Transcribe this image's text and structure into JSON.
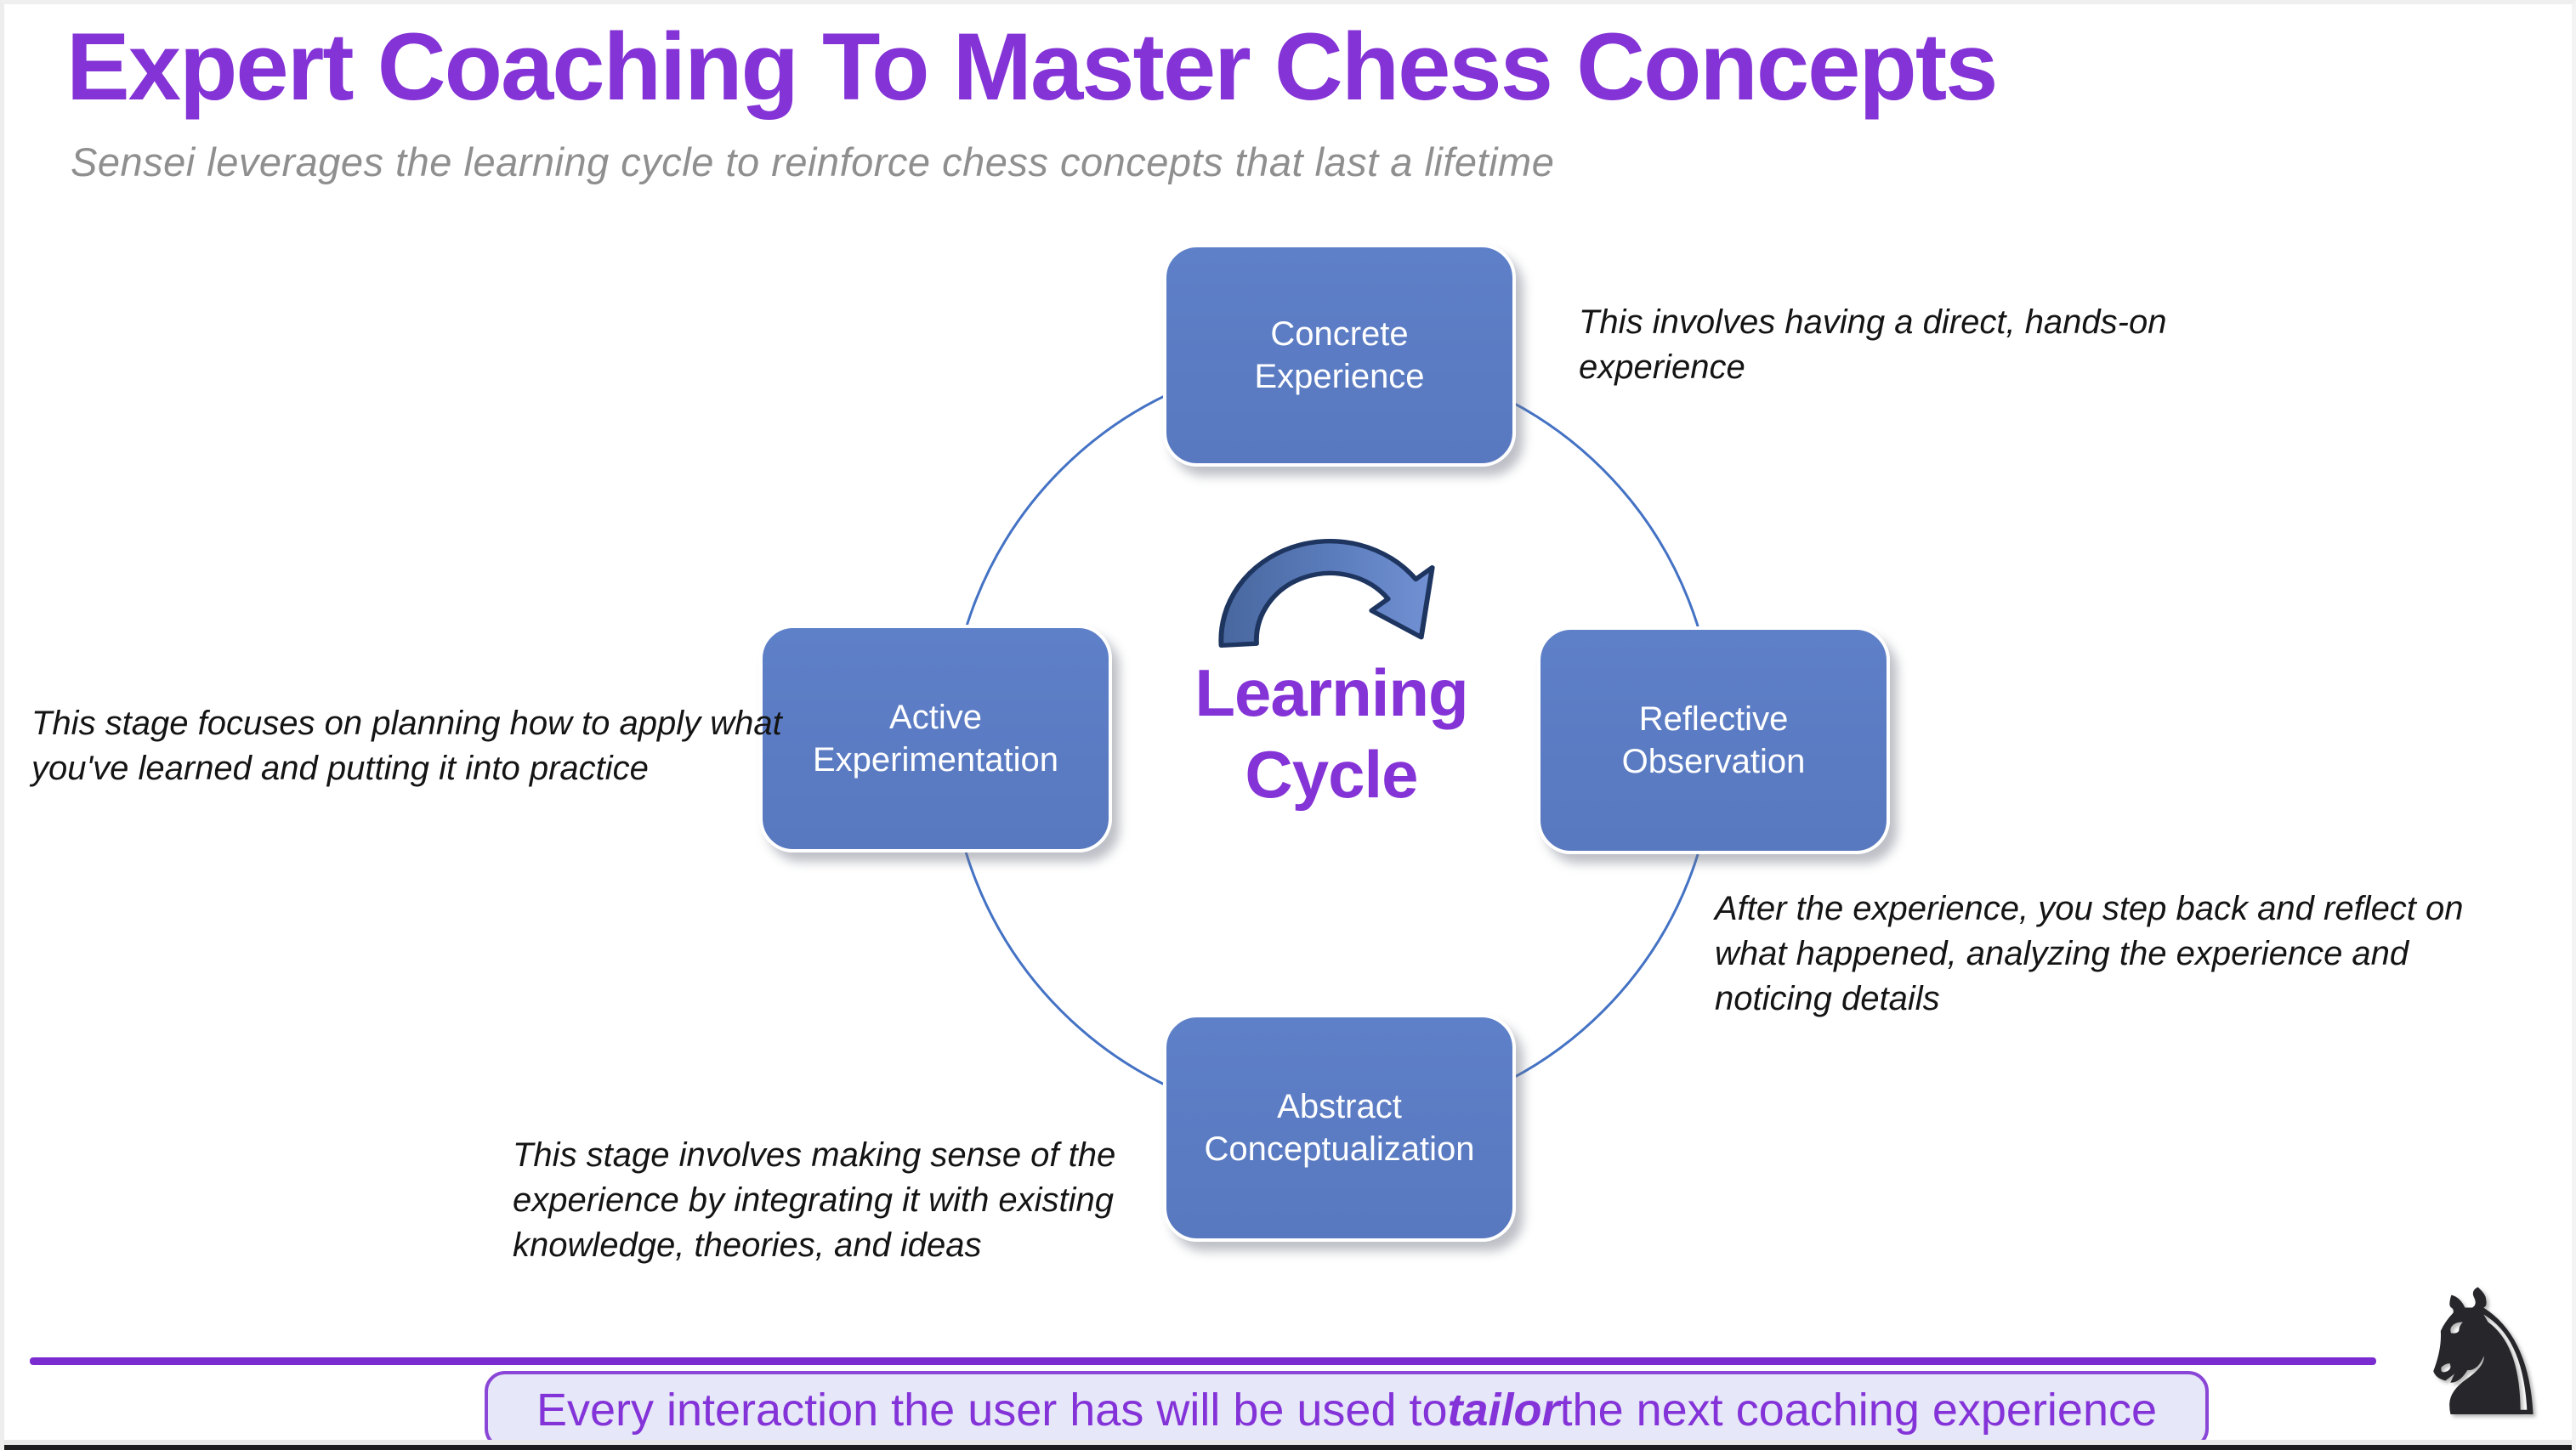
{
  "slide": {
    "title": "Expert Coaching To Master Chess Concepts",
    "subtitle": "Sensei leverages the learning cycle to reinforce chess concepts that last a lifetime"
  },
  "cycle": {
    "center": {
      "line1": "Learning",
      "line2": "Cycle"
    },
    "stages": [
      {
        "name": "concrete-experience",
        "lines": [
          "Concrete",
          "Experience"
        ],
        "note": "This involves having a direct, hands-on experience"
      },
      {
        "name": "reflective-observation",
        "lines": [
          "Reflective",
          "Observation"
        ],
        "note": "After the experience, you step back and reflect on what happened, analyzing the experience and noticing details"
      },
      {
        "name": "abstract-conceptualization",
        "lines": [
          "Abstract",
          "Conceptualization"
        ],
        "note": "This stage involves making sense of the experience by integrating it with existing knowledge, theories, and ideas"
      },
      {
        "name": "active-experimentation",
        "lines": [
          "Active",
          "Experimentation"
        ],
        "note": "This stage focuses on planning how to apply what you've learned and putting it into practice"
      }
    ]
  },
  "footer": {
    "banner": {
      "prefix": "Every interaction the user has will be used to ",
      "emphasis": "tailor",
      "suffix": " the next coaching experience"
    }
  },
  "decor": {
    "knight_glyph": "♞"
  },
  "colors": {
    "title_purple": "#8433d6",
    "box_blue": "#5b7cc4",
    "circle_blue": "#4472c4",
    "arrow_dark": "#1e3560",
    "divider_purple": "#7a2cd0",
    "banner_fill": "#e6e7f8",
    "banner_border": "#8a46d6",
    "subtitle_gray": "#8f8f8f"
  }
}
